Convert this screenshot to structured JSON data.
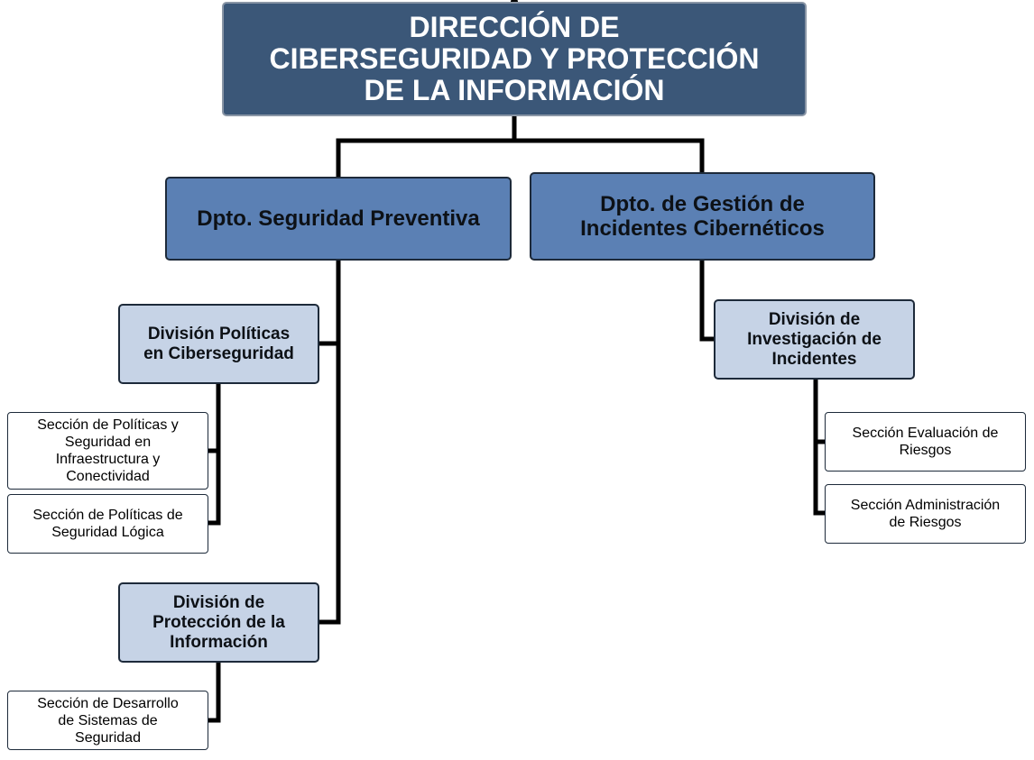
{
  "org": {
    "top": "DIRECCIÓN DE\nCIBERSEGURIDAD Y PROTECCIÓN\nDE LA INFORMACIÓN",
    "dept_preventiva": "Dpto. Seguridad Preventiva",
    "dept_incidentes": "Dpto. de Gestión de\nIncidentes Cibernéticos",
    "div_politicas": "División Políticas\nen Ciberseguridad",
    "div_proteccion": "División de\nProtección de la\nInformación",
    "div_investigacion": "División de\nInvestigación de\nIncidentes",
    "sec_infraestructura": "Sección de Políticas y\nSeguridad en\nInfraestructura y\nConectividad",
    "sec_logica": "Sección de Políticas de\nSeguridad Lógica",
    "sec_desarrollo": "Sección de Desarrollo\nde Sistemas de\nSeguridad",
    "sec_evaluacion": "Sección Evaluación de\nRiesgos",
    "sec_administracion": "Sección Administración\nde Riesgos"
  }
}
